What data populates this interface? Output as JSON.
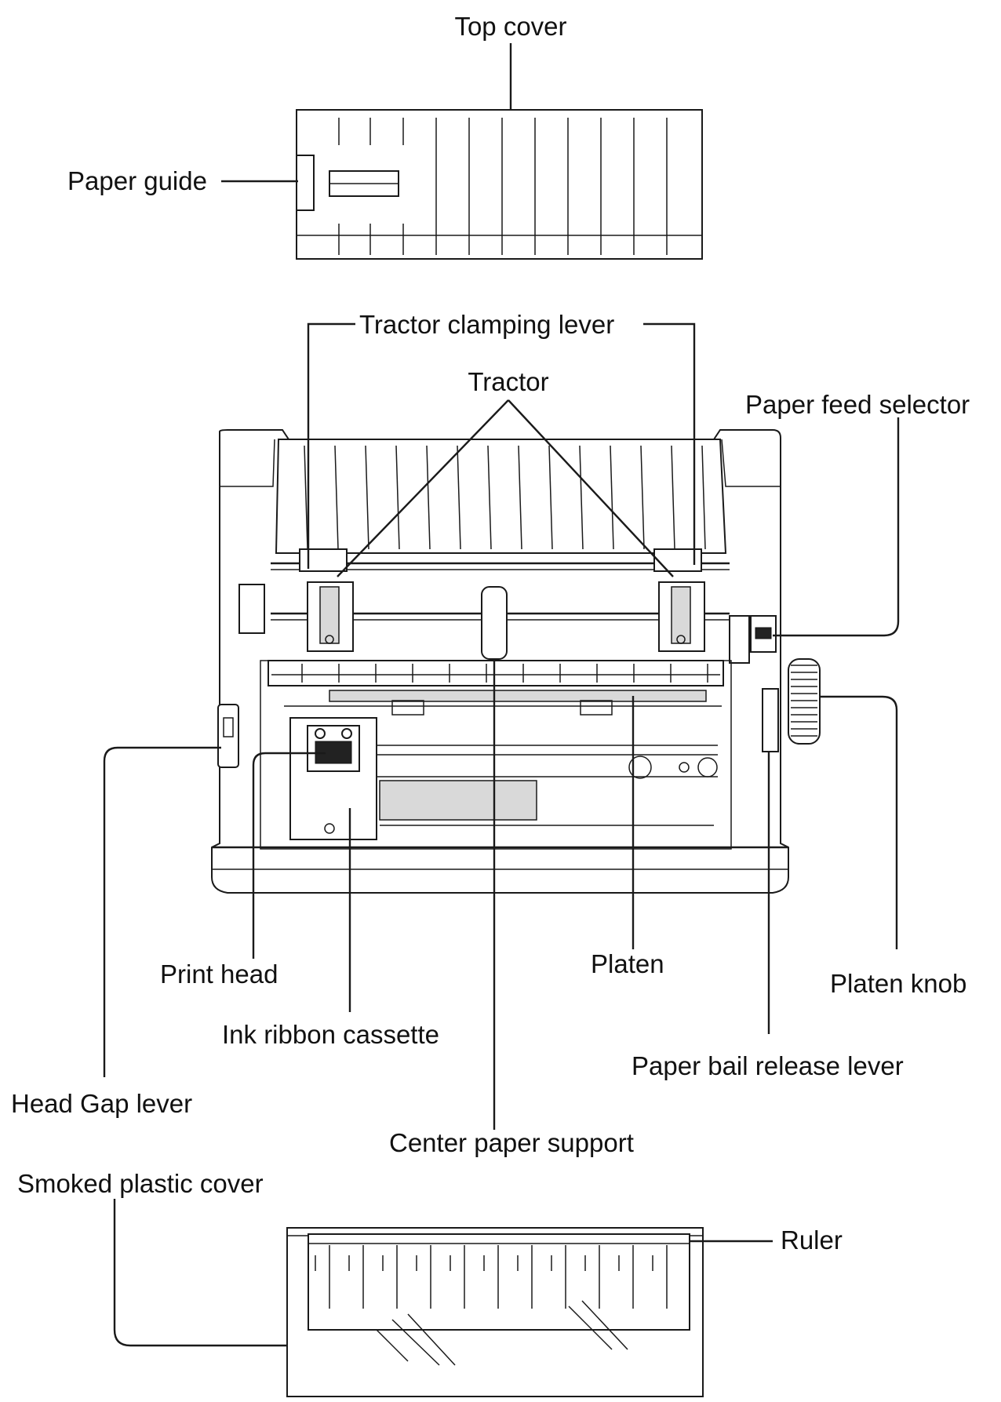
{
  "labels": {
    "top_cover": "Top cover",
    "paper_guide": "Paper guide",
    "tractor_clamping_lever": "Tractor clamping lever",
    "tractor": "Tractor",
    "paper_feed_selector": "Paper feed selector",
    "print_head": "Print head",
    "platen": "Platen",
    "platen_knob": "Platen knob",
    "ink_ribbon_cassette": "Ink ribbon cassette",
    "paper_bail_release_lever": "Paper bail release lever",
    "head_gap_lever": "Head Gap lever",
    "center_paper_support": "Center paper support",
    "smoked_plastic_cover": "Smoked plastic cover",
    "ruler": "Ruler"
  }
}
